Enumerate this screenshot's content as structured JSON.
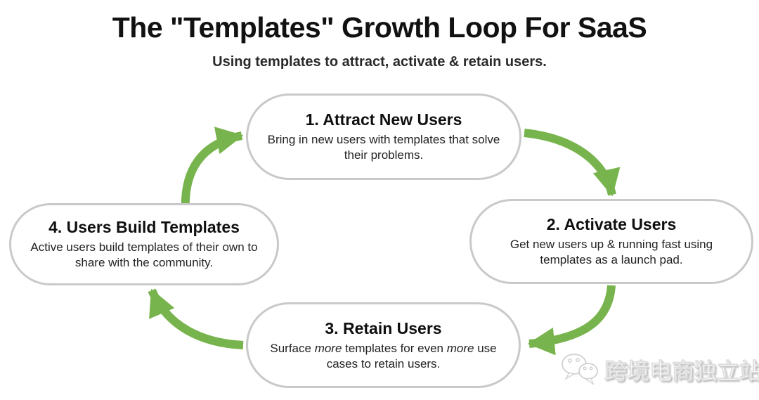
{
  "title": "The \"Templates\" Growth Loop For SaaS",
  "subtitle": "Using templates to attract, activate & retain users.",
  "colors": {
    "arrow_green": "#78b44d",
    "bubble_border": "#c9c9c9",
    "title_text": "#111111",
    "body_text": "#222222"
  },
  "bubbles": [
    {
      "id": "attract",
      "heading": "1. Attract New Users",
      "body": [
        {
          "t": "Bring in new users with templates that solve their problems."
        }
      ]
    },
    {
      "id": "activate",
      "heading": "2. Activate Users",
      "body": [
        {
          "t": "Get new users up & running fast using templates as a launch pad."
        }
      ]
    },
    {
      "id": "retain",
      "heading": "3. Retain Users",
      "body": [
        {
          "t": "Surface "
        },
        {
          "t": "more",
          "i": true
        },
        {
          "t": " templates for even "
        },
        {
          "t": "more",
          "i": true
        },
        {
          "t": " use cases to retain users."
        }
      ]
    },
    {
      "id": "build",
      "heading": "4. Users Build Templates",
      "body": [
        {
          "t": "Active users build templates of their own to share with the community."
        }
      ]
    }
  ],
  "arrows": [
    {
      "from": "4. Users Build Templates",
      "to": "1. Attract New Users"
    },
    {
      "from": "1. Attract New Users",
      "to": "2. Activate Users"
    },
    {
      "from": "2. Activate Users",
      "to": "3. Retain Users"
    },
    {
      "from": "3. Retain Users",
      "to": "4. Users Build Templates"
    }
  ],
  "watermark": {
    "icon": "wechat-icon",
    "text": "跨境电商独立站"
  }
}
